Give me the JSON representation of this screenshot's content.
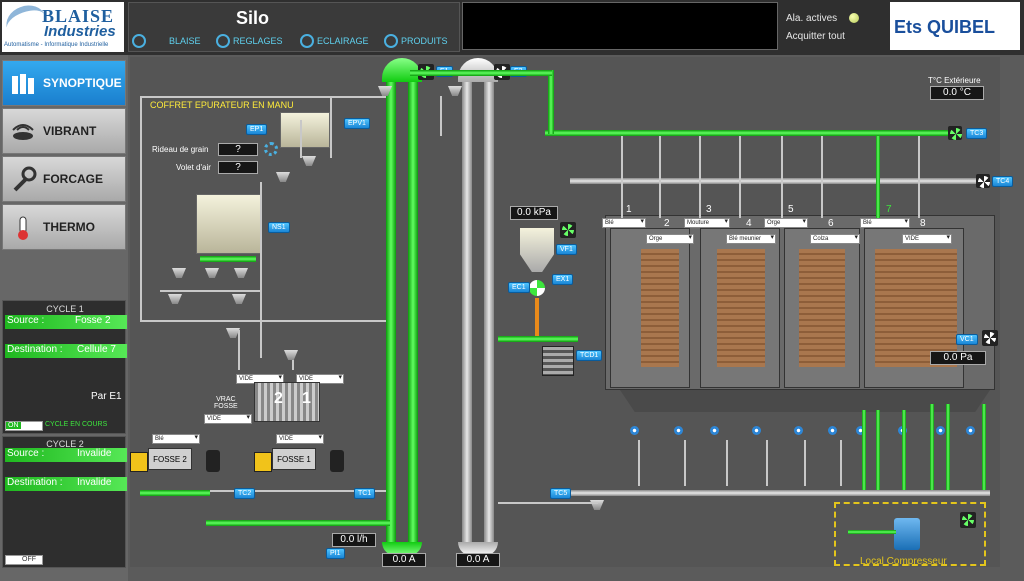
{
  "header": {
    "logo_top": "BLAISE",
    "logo_bottom": "Industries",
    "logo_sub": "Automatisme - Informatique Industrielle",
    "title": "Silo",
    "tabs": [
      {
        "label": "BLAISE",
        "icon": "blaise-icon"
      },
      {
        "label": "REGLAGES",
        "icon": "gear-icon"
      },
      {
        "label": "ECLAIRAGE",
        "icon": "light-icon"
      },
      {
        "label": "PRODUITS",
        "icon": "product-icon"
      }
    ],
    "alarm_active": "Ala. actives",
    "alarm_ack": "Acquitter tout",
    "client": "Ets QUIBEL"
  },
  "sidebar": {
    "buttons": [
      {
        "label": "SYNOPTIQUE",
        "active": true
      },
      {
        "label": "VIBRANT",
        "active": false
      },
      {
        "label": "FORCAGE",
        "active": false
      },
      {
        "label": "THERMO",
        "active": false
      }
    ],
    "cycle1": {
      "title": "CYCLE 1",
      "source_label": "Source :",
      "source_value": "Fosse 2",
      "dest_label": "Destination :",
      "dest_value": "Cellule 7",
      "via": "Par E1",
      "switch": "ON",
      "status": "CYCLE EN COURS"
    },
    "cycle2": {
      "title": "CYCLE 2",
      "source_label": "Source :",
      "source_value": "Invalide",
      "dest_label": "Destination :",
      "dest_value": "Invalide",
      "switch": "OFF"
    }
  },
  "synoptic": {
    "coffret_title": "COFFRET EPURATEUR EN MANU",
    "rideau_label": "Rideau de grain",
    "rideau_value": "?",
    "volet_label": "Volet d'air",
    "volet_value": "?",
    "outdoor_label": "T°C Extérieure",
    "outdoor_value": "0.0 °C",
    "pressure_top": "0.0 kPa",
    "pressure_vc": "0.0 Pa",
    "flow_value": "0.0 l/h",
    "amp1": "0.0 A",
    "amp2": "0.0 A",
    "vrac_label": "VRAC\nFOSSE",
    "compresseur_label": "Local Compresseur",
    "tags": {
      "e1": "E1",
      "e2": "E2",
      "ep1": "EP1",
      "epv1": "EPV1",
      "ns1": "NS1",
      "vf1": "VF1",
      "ec1": "EC1",
      "ex1": "EX1",
      "tcd1": "TCD1",
      "tc1": "TC1",
      "tc2": "TC2",
      "tc3": "TC3",
      "tc4": "TC4",
      "tc5": "TC5",
      "vc1": "VC1",
      "pi1": "PI1"
    },
    "fosses": [
      "FOSSE 2",
      "FOSSE 1"
    ],
    "fosse_dropdowns": [
      "Blé",
      "VIDE"
    ],
    "vrac_dropdowns": [
      "VIDE",
      "VIDE",
      "VIDE"
    ],
    "vrac_bins": [
      "2",
      "1"
    ],
    "cells": [
      {
        "num": "1",
        "product": "Blé"
      },
      {
        "num": "2",
        "product": "Orge"
      },
      {
        "num": "3",
        "product": "Mouture"
      },
      {
        "num": "4",
        "product": "Blé meunier"
      },
      {
        "num": "5",
        "product": "Orge"
      },
      {
        "num": "6",
        "product": "Colza"
      },
      {
        "num": "7",
        "product": "Blé"
      },
      {
        "num": "8",
        "product": "VIDE"
      }
    ]
  },
  "colors": {
    "active_green": "#3de63d",
    "accent_blue": "#1a86d6",
    "background": "#5b5b5b",
    "grain": "#a9774e"
  }
}
